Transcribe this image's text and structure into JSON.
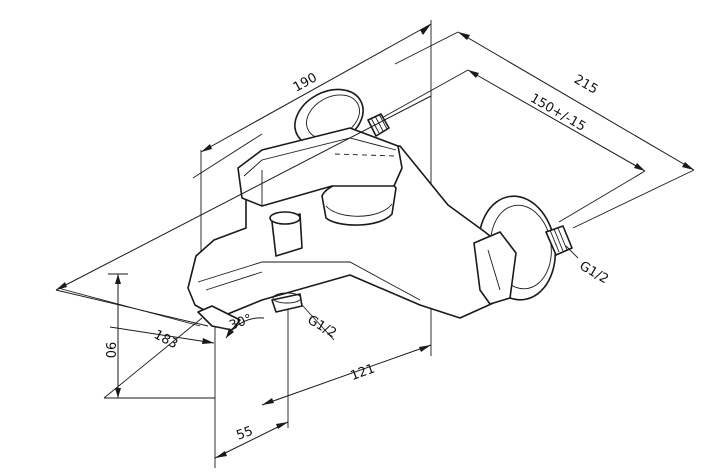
{
  "dimensions": {
    "overall_depth": "190",
    "overall_width": "215",
    "wall_distance": "150+/-15",
    "spout_length": "183",
    "height": "90",
    "outlet_spacing": "121",
    "outlet_offset": "55",
    "spout_angle": "30°"
  },
  "threads": {
    "inlet_thread": "G1/2",
    "outlet_thread": "G1/2"
  }
}
